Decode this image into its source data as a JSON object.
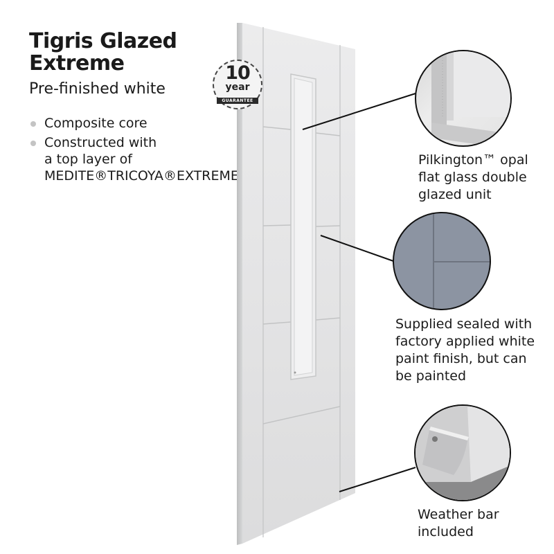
{
  "product": {
    "title_line1": "Tigris Glazed",
    "title_line2": "Extreme",
    "subtitle": "Pre-finished white"
  },
  "features": [
    {
      "lines": [
        "Composite core"
      ]
    },
    {
      "lines": [
        "Constructed with",
        "a top layer of",
        "MEDITE®TRICOYA®EXTREME"
      ]
    }
  ],
  "badge": {
    "number": "10",
    "unit": "year",
    "label": "GUARANTEE"
  },
  "callouts": [
    {
      "id": "glass",
      "icon": "glass-corner-closeup",
      "lines": [
        "Pilkington™ opal",
        "flat glass double",
        "glazed unit"
      ]
    },
    {
      "id": "paint",
      "icon": "grey-paint-swatch-closeup",
      "lines": [
        "Supplied sealed with",
        "factory applied white",
        "paint finish, but can",
        "be painted"
      ]
    },
    {
      "id": "weather-bar",
      "icon": "weather-bar-closeup",
      "lines": [
        "Weather bar",
        "included"
      ]
    }
  ],
  "colors": {
    "door_face": "#e6e7e8",
    "door_edge": "#c9cacb",
    "paint_swatch": "#8c94a2",
    "bullet": "#c4c4c4",
    "text": "#1a1a1a"
  }
}
